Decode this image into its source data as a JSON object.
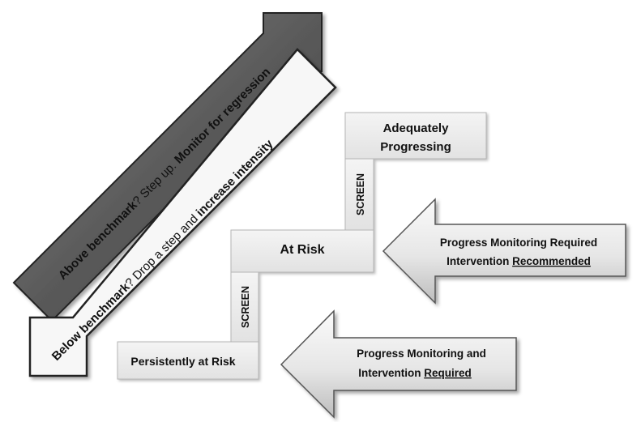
{
  "diagram": {
    "up_arrow": {
      "part1_bold": "Above benchmark",
      "part2": "? Step up.  ",
      "part3_bold": "Monitor for regression"
    },
    "down_arrow": {
      "part1_bold": "Below benchmark",
      "part2": "? Drop a step and ",
      "part3_bold": "increase intensity"
    },
    "steps": {
      "adequately_line1": "Adequately",
      "adequately_line2": "Progressing",
      "at_risk": "At Risk",
      "persistently": "Persistently at Risk",
      "screen_upper": "SCREEN",
      "screen_lower": "SCREEN"
    },
    "callout_upper": {
      "line1": "Progress Monitoring Required",
      "line2_prefix": "Intervention ",
      "line2_underlined": "Recommended"
    },
    "callout_lower": {
      "line1": "Progress Monitoring and",
      "line2_prefix": "Intervention ",
      "line2_underlined": "Required"
    }
  }
}
